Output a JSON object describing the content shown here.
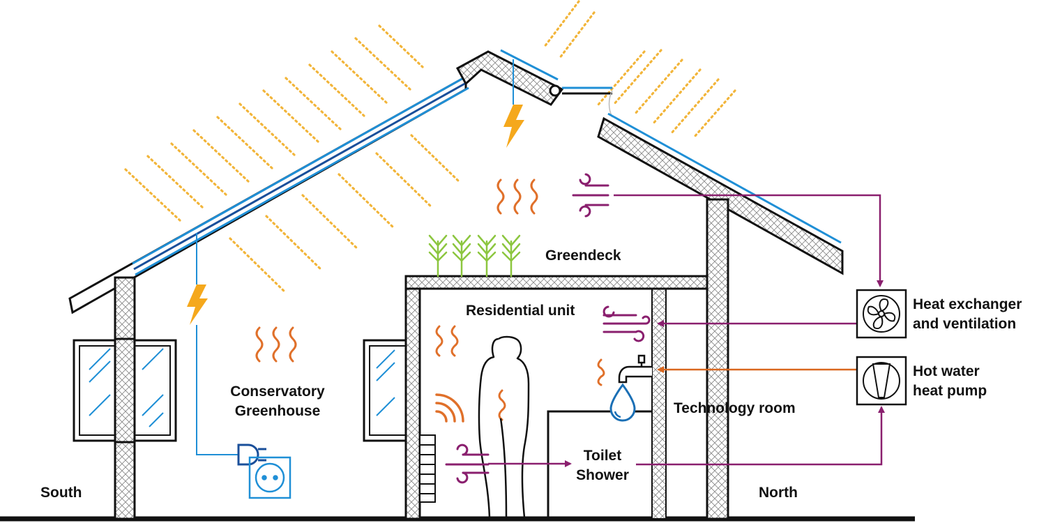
{
  "labels": {
    "greendeck": "Greendeck",
    "residential_unit": "Residential unit",
    "conservatory_line1": "Conservatory",
    "conservatory_line2": "Greenhouse",
    "technology_room": "Technology room",
    "toilet": "Toilet",
    "shower": "Shower",
    "south": "South",
    "north": "North",
    "heat_exchanger_line1": "Heat exchanger",
    "heat_exchanger_line2": "and ventilation",
    "hot_water_line1": "Hot water",
    "hot_water_line2": "heat pump"
  },
  "colors": {
    "sun_rays": "#f2b53a",
    "solar_panel": "#1f8fd6",
    "solar_panel_dark": "#1a4f9a",
    "electricity": "#f5a81c",
    "heat": "#e0702a",
    "air_flow": "#8a1f6e",
    "hot_water_line": "#d9671f",
    "plant": "#8cc63f",
    "structure": "#111111",
    "insulation": "#888888"
  },
  "icons": [
    "lightning-icon",
    "heat-waves-icon",
    "air-flow-icon",
    "fan-icon",
    "pump-icon",
    "plug-icon",
    "socket-icon",
    "faucet-icon",
    "water-drop-icon",
    "radiator-icon",
    "wifi-heat-icon",
    "plant-icon",
    "person-icon",
    "window-icon"
  ]
}
